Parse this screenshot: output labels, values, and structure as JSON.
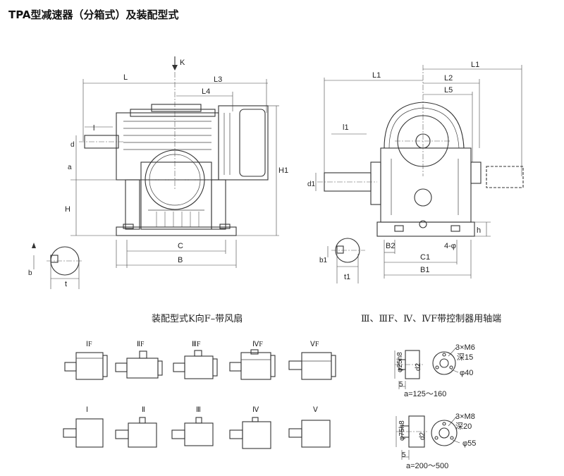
{
  "title": "TPA型减速器（分箱式）及装配型式",
  "captions": {
    "assembly": "装配型式K向F–带风扇",
    "shaft_ends": "Ⅲ、ⅢF、Ⅳ、ⅣF带控制器用轴端"
  },
  "side_view": {
    "arrow_label": "K",
    "dims": {
      "L": "L",
      "L3": "L3",
      "L4": "L4",
      "l": "l",
      "d": "d",
      "a": "a",
      "H": "H",
      "H1": "H1",
      "C": "C",
      "B": "B",
      "b": "b",
      "t": "t"
    }
  },
  "end_view": {
    "dims": {
      "L1_top": "L1",
      "L1": "L1",
      "L2": "L2",
      "L5": "L5",
      "l1": "l1",
      "d1": "d1",
      "h": "h",
      "b1": "b1",
      "t1": "t1",
      "B2": "B2",
      "C1": "C1",
      "B1": "B1",
      "holes": "4-φ"
    }
  },
  "assembly_types": {
    "with_fan": [
      "ⅠF",
      "ⅡF",
      "ⅢF",
      "ⅣF",
      "ⅤF"
    ],
    "without_fan": [
      "Ⅰ",
      "Ⅱ",
      "Ⅲ",
      "Ⅳ",
      "Ⅴ"
    ]
  },
  "shaft_end_details": [
    {
      "shaft_dia": "φ25h8",
      "d2": "d2",
      "length": "5",
      "thread": "3×M6",
      "depth": "深15",
      "pcd": "φ40",
      "range": "a=125～160"
    },
    {
      "shaft_dia": "φ75h8",
      "d2": "d2",
      "length": "5",
      "thread": "3×M8",
      "depth": "深20",
      "pcd": "φ55",
      "range": "a=200～500"
    }
  ]
}
